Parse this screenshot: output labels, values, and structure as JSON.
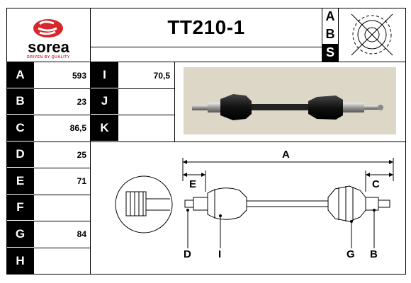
{
  "logo": {
    "brand": "sorea",
    "tagline": "DRIVEN BY QUALITY",
    "color": "#d7262c"
  },
  "part_number": "TT210-1",
  "abs": {
    "letters": [
      "A",
      "B",
      "S"
    ]
  },
  "specs_left": [
    {
      "label": "A",
      "value": "593"
    },
    {
      "label": "B",
      "value": "23"
    },
    {
      "label": "C",
      "value": "86,5"
    },
    {
      "label": "D",
      "value": "25"
    },
    {
      "label": "E",
      "value": "71"
    },
    {
      "label": "F",
      "value": ""
    },
    {
      "label": "G",
      "value": "84"
    },
    {
      "label": "H",
      "value": ""
    }
  ],
  "specs_mid": [
    {
      "label": "I",
      "value": "70,5"
    },
    {
      "label": "J",
      "value": ""
    },
    {
      "label": "K",
      "value": ""
    }
  ],
  "diagram": {
    "top_label": "A",
    "e_label": "E",
    "c_label": "C",
    "d_label": "D",
    "i_label": "I",
    "g_label": "G",
    "b_label": "B"
  }
}
